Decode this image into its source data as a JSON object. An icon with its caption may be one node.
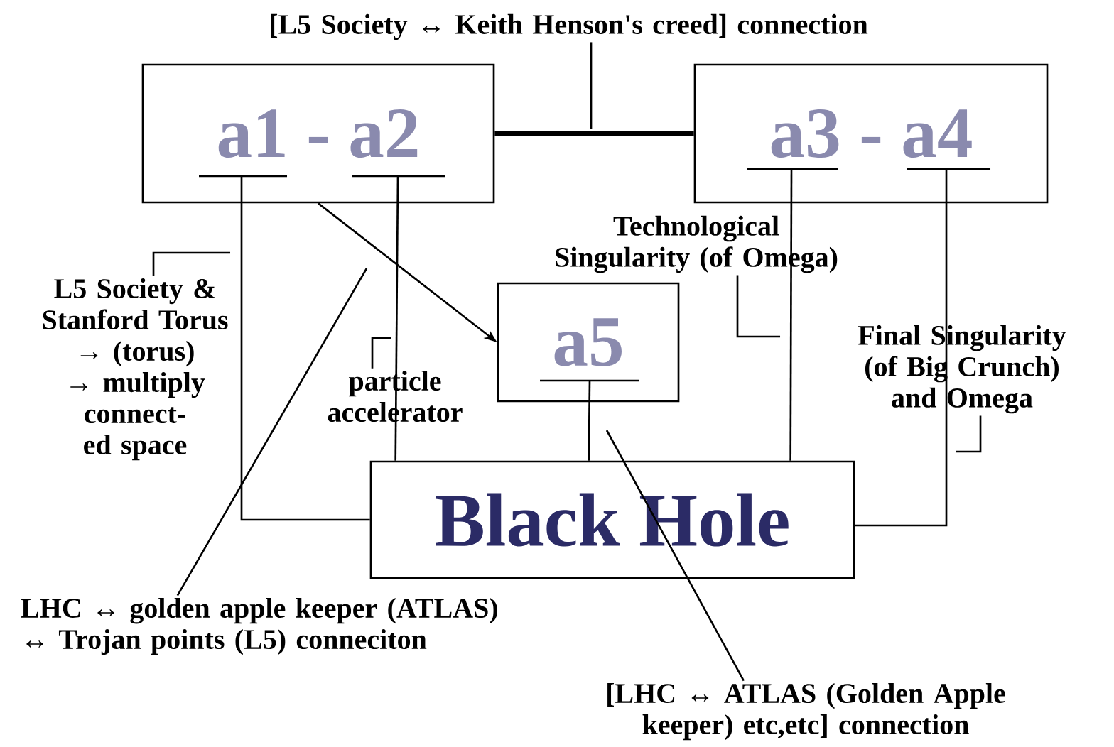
{
  "diagram": {
    "nodes": [
      {
        "text": [
          "[L5 Society ↔ Keith Henson's creed] connection"
        ]
      },
      {
        "text": [
          "a1 - a2"
        ]
      },
      {
        "text": [
          "a3 - a4"
        ]
      },
      {
        "text": [
          "Technological Singularity (of Omega)"
        ]
      },
      {
        "text": [
          "a5"
        ]
      },
      {
        "text": [
          "L5 Society & Stanford Torus → (torus) → multiply connect-ed space"
        ]
      },
      {
        "text": [
          "particle accelerator"
        ]
      },
      {
        "text": [
          "Final Singularity (of Big Crunch) and Omega"
        ]
      },
      {
        "text": [
          "Black Hole"
        ]
      },
      {
        "text": [
          "LHC ↔ golden apple keeper (ATLAS) ↔ Trojan points (L5) conneciton"
        ]
      },
      {
        "text": [
          "[LHC ↔ ATLAS (Golden Apple keeper) etc,etc] connection"
        ]
      }
    ],
    "edges": [
      {
        "from": 1,
        "to": 2,
        "arrow": "none",
        "style": "thick"
      },
      {
        "from": 1,
        "to": 4,
        "arrow": "to"
      },
      {
        "from": 1,
        "to": 8,
        "arrow": "none"
      },
      {
        "from": 1,
        "to": 8,
        "arrow": "none"
      },
      {
        "from": 4,
        "to": 8,
        "arrow": "none"
      },
      {
        "from": 2,
        "to": 8,
        "arrow": "none"
      },
      {
        "from": 2,
        "to": 8,
        "arrow": "none"
      },
      {
        "from": 0,
        "to": null,
        "arrow": "none"
      },
      {
        "from": 5,
        "to": null,
        "arrow": "none"
      },
      {
        "from": 6,
        "to": null,
        "arrow": "none"
      },
      {
        "from": 3,
        "to": null,
        "arrow": "none"
      },
      {
        "from": 7,
        "to": null,
        "arrow": "none"
      },
      {
        "from": 9,
        "to": null,
        "arrow": "none"
      },
      {
        "from": 10,
        "to": null,
        "arrow": "none"
      }
    ]
  }
}
